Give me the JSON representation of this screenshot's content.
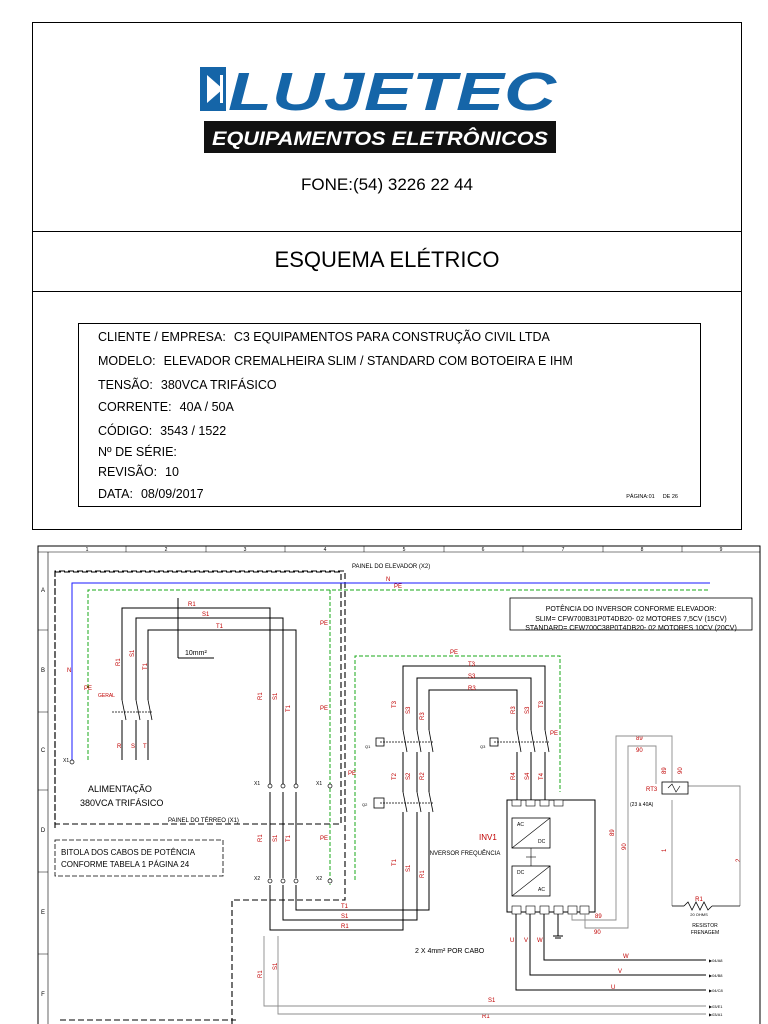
{
  "cover": {
    "logo": {
      "brand": "LUJETEC",
      "tagline": "EQUIPAMENTOS ELETRÔNICOS",
      "color": "#1565a8"
    },
    "phone": "FONE:(54) 3226 22 44",
    "title": "ESQUEMA ELÉTRICO",
    "info": {
      "cliente": {
        "label": "CLIENTE / EMPRESA:",
        "value": "C3 EQUIPAMENTOS PARA CONSTRUÇÃO CIVIL LTDA"
      },
      "modelo": {
        "label": "MODELO:",
        "value": "ELEVADOR CREMALHEIRA SLIM / STANDARD COM BOTOEIRA E IHM"
      },
      "tensao": {
        "label": "TENSÃO:",
        "value": "380VCA TRIFÁSICO"
      },
      "corrente": {
        "label": "CORRENTE:",
        "value": "40A / 50A"
      },
      "codigo": {
        "label": "CÓDIGO:",
        "value": "3543 / 1522"
      },
      "serie": {
        "label": "Nº DE SÉRIE:",
        "value": ""
      },
      "revisao": {
        "label": "REVISÃO:",
        "value": "10"
      },
      "data": {
        "label": "DATA:",
        "value": "08/09/2017"
      },
      "pagina": {
        "label": "PÁGINA:01",
        "of": "DE 26"
      }
    }
  },
  "schematic": {
    "columns": [
      "1",
      "2",
      "3",
      "4",
      "5",
      "6",
      "7",
      "8",
      "9"
    ],
    "rows": [
      "A",
      "B",
      "C",
      "D",
      "E",
      "F"
    ],
    "painel_elevador": "PAINEL DO ELEVADOR (X2)",
    "painel_terreo": "PAINEL DO TÉRREO (X1)",
    "neutral": "N",
    "earth": "PE",
    "phases": [
      "R1",
      "S1",
      "T1"
    ],
    "cable_section": "10mm²",
    "geral": "GERAL",
    "alimentacao_1": "ALIMENTAÇÃO",
    "alimentacao_2": "380VCA TRIFÁSICO",
    "potencia_title": "POTÊNCIA DO INVERSOR CONFORME ELEVADOR:",
    "potencia_slim": "SLIM= CFW700B31P0T4DB20- 02 MOTORES 7,5CV (15CV)",
    "potencia_standard": "STANDARD= CFW700C38P0T4DB20- 02 MOTORES 10CV (20CV)",
    "bitola_1": "BITOLA DOS CABOS DE POTÊNCIA",
    "bitola_2": "CONFORME TABELA 1 PÁGINA 24",
    "inverter_tag": "INV1",
    "inverter_name": "INVERSOR FREQUÊNCIA",
    "ac": "AC",
    "dc": "DC",
    "rt3": "RT3",
    "rt3_range": "(23 à 40A)",
    "resistor_tag": "R1",
    "resistor_value": "20 OHMS",
    "resistor_label_1": "RESISTOR",
    "resistor_label_2": "FRENAGEM",
    "cable_note": "2 X 4mm² POR CABO",
    "wire_89": "89",
    "wire_90": "90",
    "outputs": [
      "U",
      "V",
      "W"
    ],
    "colors": {
      "line": "#000000",
      "phase_label": "#c00000",
      "neutral": "#1a1aff",
      "earth": "#18a818",
      "grey": "#8c8c8c"
    }
  }
}
